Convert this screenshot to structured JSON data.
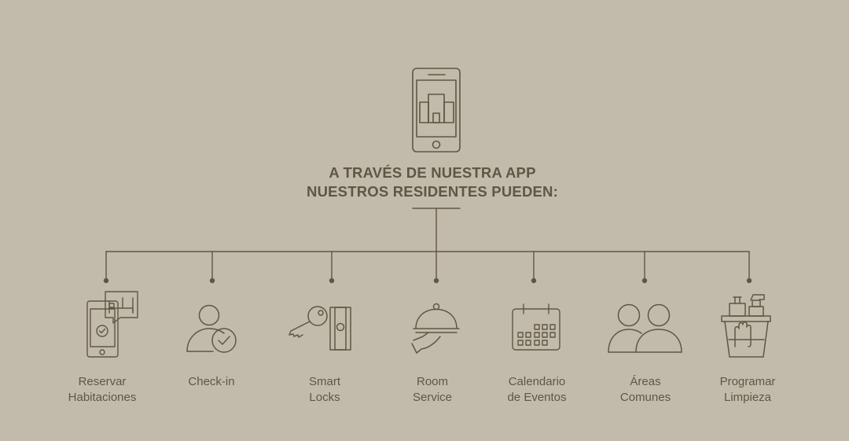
{
  "headline": {
    "line1": "A TRAVÉS DE NUESTRA APP",
    "line2": "NUESTROS RESIDENTES PUEDEN:"
  },
  "features": [
    {
      "line1": "Reservar",
      "line2": "Habitaciones",
      "icon": "phone-booking-icon"
    },
    {
      "line1": "Check-in",
      "line2": "",
      "icon": "user-check-icon"
    },
    {
      "line1": "Smart",
      "line2": "Locks",
      "icon": "key-lock-icon"
    },
    {
      "line1": "Room",
      "line2": "Service",
      "icon": "cloche-icon"
    },
    {
      "line1": "Calendario",
      "line2": "de Eventos",
      "icon": "calendar-icon"
    },
    {
      "line1": "Áreas",
      "line2": "Comunes",
      "icon": "people-icon"
    },
    {
      "line1": "Programar",
      "line2": "Limpieza",
      "icon": "cleaning-bucket-icon"
    }
  ],
  "colors": {
    "background": "#c2bbab",
    "ink": "#5e5743"
  }
}
